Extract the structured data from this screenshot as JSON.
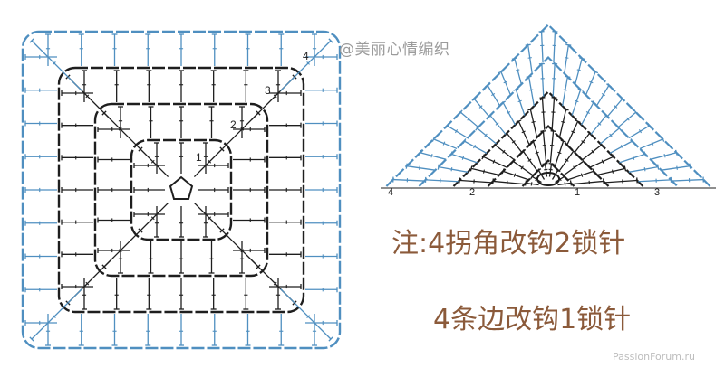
{
  "watermark": "@美丽心情编织",
  "note_line1": "注:4拐角改钩2锁针",
  "note_line2": "4条边改钩1锁针",
  "footer": "PassionForum.ru",
  "square_row_labels": [
    "1",
    "2",
    "3",
    "4"
  ],
  "triangle_row_labels": [
    "4",
    "2",
    "1",
    "3"
  ],
  "colors": {
    "dark_rows": "#1e1e1e",
    "blue_rows": "#4f8fc0",
    "note_text": "#8b5a3a",
    "watermark": "#9b9b9b"
  }
}
